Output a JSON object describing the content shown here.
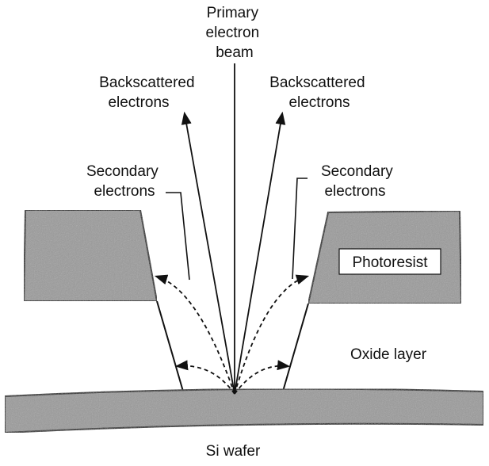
{
  "labels": {
    "primary_beam": [
      "Primary",
      "electron",
      "beam"
    ],
    "backscattered_left": [
      "Backscattered",
      "electrons"
    ],
    "backscattered_right": [
      "Backscattered",
      "electrons"
    ],
    "secondary_left": [
      "Secondary",
      "electrons"
    ],
    "secondary_right": [
      "Secondary",
      "electrons"
    ],
    "photoresist": "Photoresist",
    "oxide_layer": "Oxide layer",
    "si_wafer": "Si wafer"
  },
  "colors": {
    "ink": "#111111",
    "fill_gray": "#9a9a9a"
  }
}
